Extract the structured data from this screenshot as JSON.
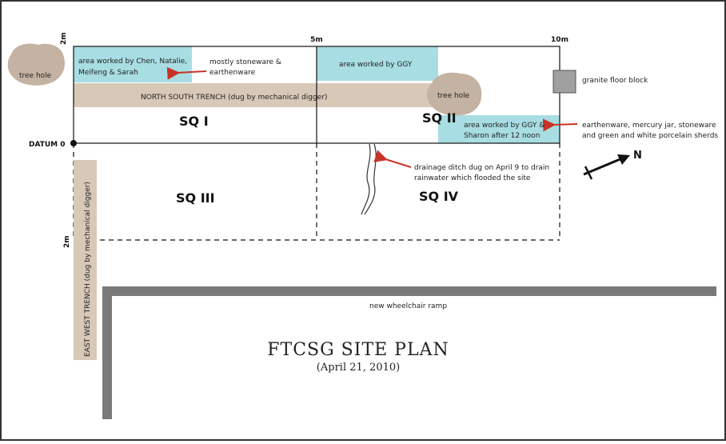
{
  "scale_marks": {
    "m2_top": "2m",
    "m5": "5m",
    "m10": "10m",
    "m2_side": "2m"
  },
  "datum_label": "DATUM 0",
  "tree_hole_left": "tree hole",
  "tree_hole_right": "tree hole",
  "area_chen": [
    "area worked by Chen, Natalie,",
    "Meifeng & Sarah"
  ],
  "note_stoneware": [
    "mostly stoneware &",
    "earthenware"
  ],
  "area_ggy": "area worked by GGY",
  "granite_label": "granite floor block",
  "north_south_trench": "NORTH SOUTH TRENCH (dug by mechanical digger)",
  "sq1": "SQ I",
  "sq2": "SQ II",
  "sq3": "SQ III",
  "sq4": "SQ IV",
  "area_ggy_sharon": [
    "area worked by GGY &",
    "Sharon after 12 noon"
  ],
  "finds_note": [
    "earthenware, mercury jar, stoneware",
    "and green and white porcelain sherds"
  ],
  "ditch_note": [
    "drainage ditch dug on April 9 to drain",
    "rainwater which flooded the site"
  ],
  "north_label": "N",
  "east_west_trench": "EAST WEST TRENCH (dug by mechanical digger)",
  "ramp_label": "new wheelchair ramp",
  "title": "FTCSG SITE PLAN",
  "subtitle": "(April 21, 2010)",
  "colors": {
    "blue_area": "#a8dde3",
    "trench": "#d8c8b8",
    "tree": "#c4b2a2",
    "arrow": "#c83226",
    "ramp": "#7a7a7a",
    "block": "#a0a0a0"
  }
}
